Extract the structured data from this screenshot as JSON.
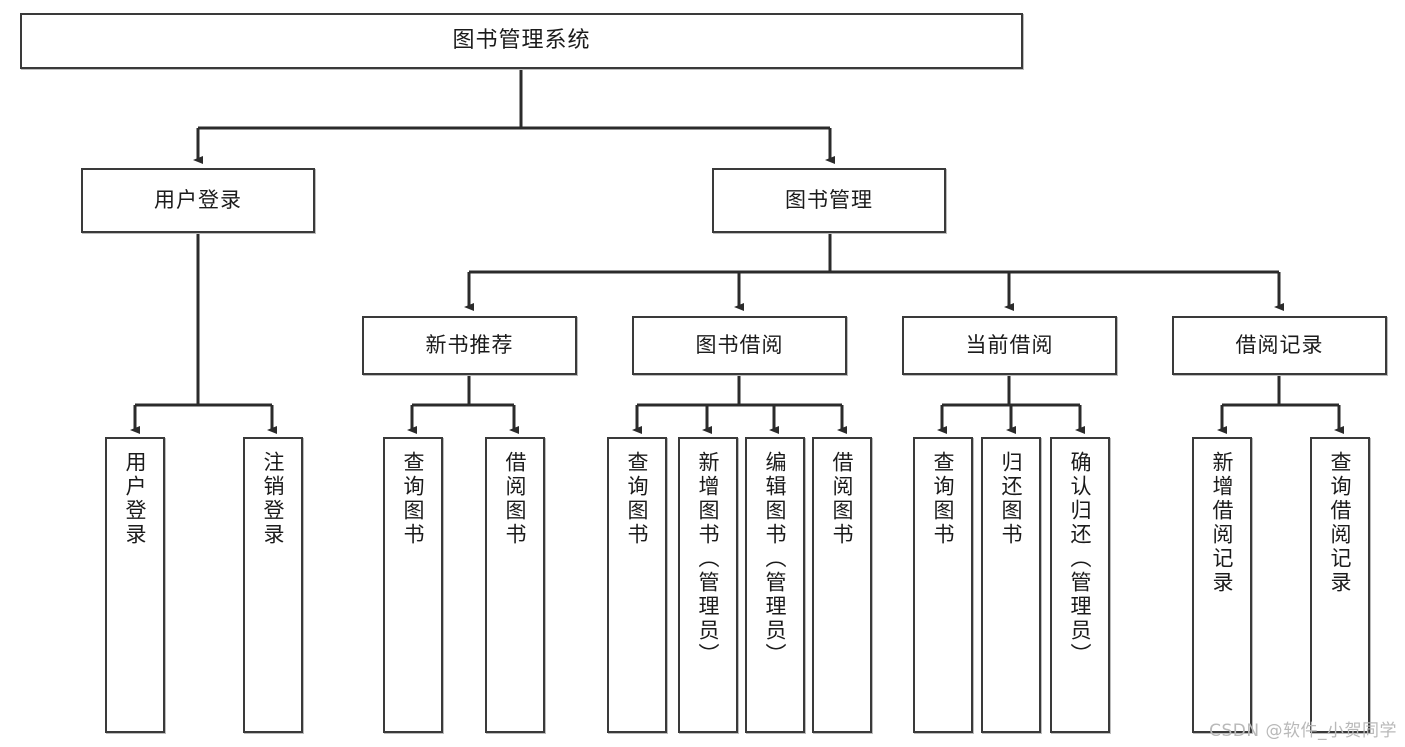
{
  "diagram": {
    "title": "图书管理系统",
    "type": "tree-hierarchy-chart",
    "watermark": "CSDN @软件_小贺同学",
    "colors": {
      "box_border": "#3a3a3a",
      "box_fill": "#ffffff",
      "connector": "#2b2b2b",
      "text": "#1b1b1b",
      "watermark": "#b9b9b9",
      "background": "#ffffff"
    }
  },
  "nodes": {
    "root": {
      "label": "图书管理系统"
    },
    "level2": [
      {
        "id": "user-login",
        "label": "用户登录"
      },
      {
        "id": "book-manage",
        "label": "图书管理"
      }
    ],
    "level3": [
      {
        "id": "new-book-rec",
        "label": "新书推荐"
      },
      {
        "id": "book-borrow",
        "label": "图书借阅"
      },
      {
        "id": "current-borrow",
        "label": "当前借阅"
      },
      {
        "id": "borrow-record",
        "label": "借阅记录"
      }
    ],
    "leaves": {
      "user_login": [
        {
          "id": "leaf-user-login",
          "label": "用户登录"
        },
        {
          "id": "leaf-user-logout",
          "label": "注销登录"
        }
      ],
      "new_book_rec": [
        {
          "id": "leaf-query-book-1",
          "label": "查询图书"
        },
        {
          "id": "leaf-borrow-book-1",
          "label": "借阅图书"
        }
      ],
      "book_borrow": [
        {
          "id": "leaf-query-book-2",
          "label": "查询图书"
        },
        {
          "id": "leaf-add-book",
          "label": "新增图书（管理员）"
        },
        {
          "id": "leaf-edit-book",
          "label": "编辑图书（管理员）"
        },
        {
          "id": "leaf-borrow-book-2",
          "label": "借阅图书"
        }
      ],
      "current_borrow": [
        {
          "id": "leaf-query-book-3",
          "label": "查询图书"
        },
        {
          "id": "leaf-return-book",
          "label": "归还图书"
        },
        {
          "id": "leaf-confirm-return",
          "label": "确认归还（管理员）"
        }
      ],
      "borrow_record": [
        {
          "id": "leaf-add-record",
          "label": "新增借阅记录"
        },
        {
          "id": "leaf-query-record",
          "label": "查询借阅记录"
        }
      ]
    }
  }
}
